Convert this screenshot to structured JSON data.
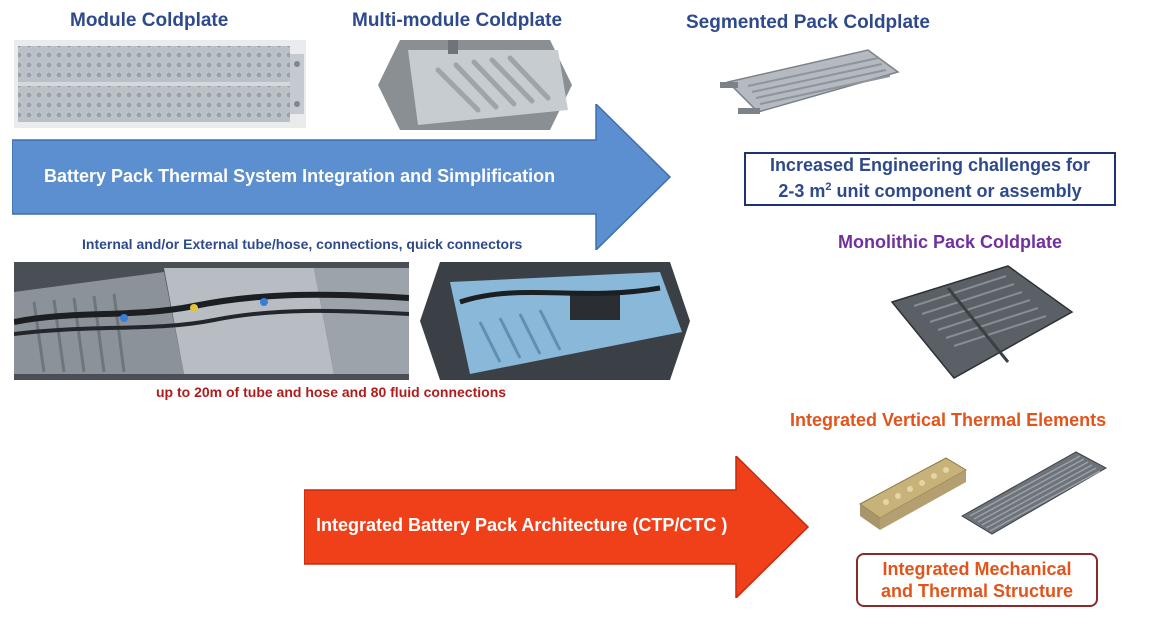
{
  "labels": {
    "module_coldplate": "Module Coldplate",
    "multimodule_coldplate": "Multi-module Coldplate",
    "segmented_pack_coldplate": "Segmented Pack Coldplate",
    "monolithic_pack_coldplate": "Monolithic Pack Coldplate",
    "integrated_vertical_thermal": "Integrated Vertical Thermal Elements"
  },
  "arrows": {
    "top_arrow_text": "Battery Pack Thermal System Integration and Simplification",
    "bottom_arrow_text": "Integrated Battery Pack Architecture (CTP/CTC )"
  },
  "notes": {
    "tube_connections": "Internal and/or External tube/hose, connections, quick connectors",
    "tube_length": "up to 20m of tube and hose and 80 fluid connections"
  },
  "boxes": {
    "engineering_line1": "Increased Engineering challenges for",
    "engineering_line2_prefix": "2-3 m",
    "engineering_line2_sup": "2",
    "engineering_line2_suffix": " unit component or assembly",
    "mechanical_line1": "Integrated Mechanical",
    "mechanical_line2": "and Thermal Structure"
  },
  "colors": {
    "title_blue": "#2e4a8c",
    "arrow_blue": "#5b8fd0",
    "arrow_red": "#f0401a",
    "purple": "#7030a0",
    "orange": "#e2541b",
    "dark_red": "#b01c1c",
    "box_border_blue": "#1f3274",
    "box_border_red": "#8b2a2a"
  }
}
